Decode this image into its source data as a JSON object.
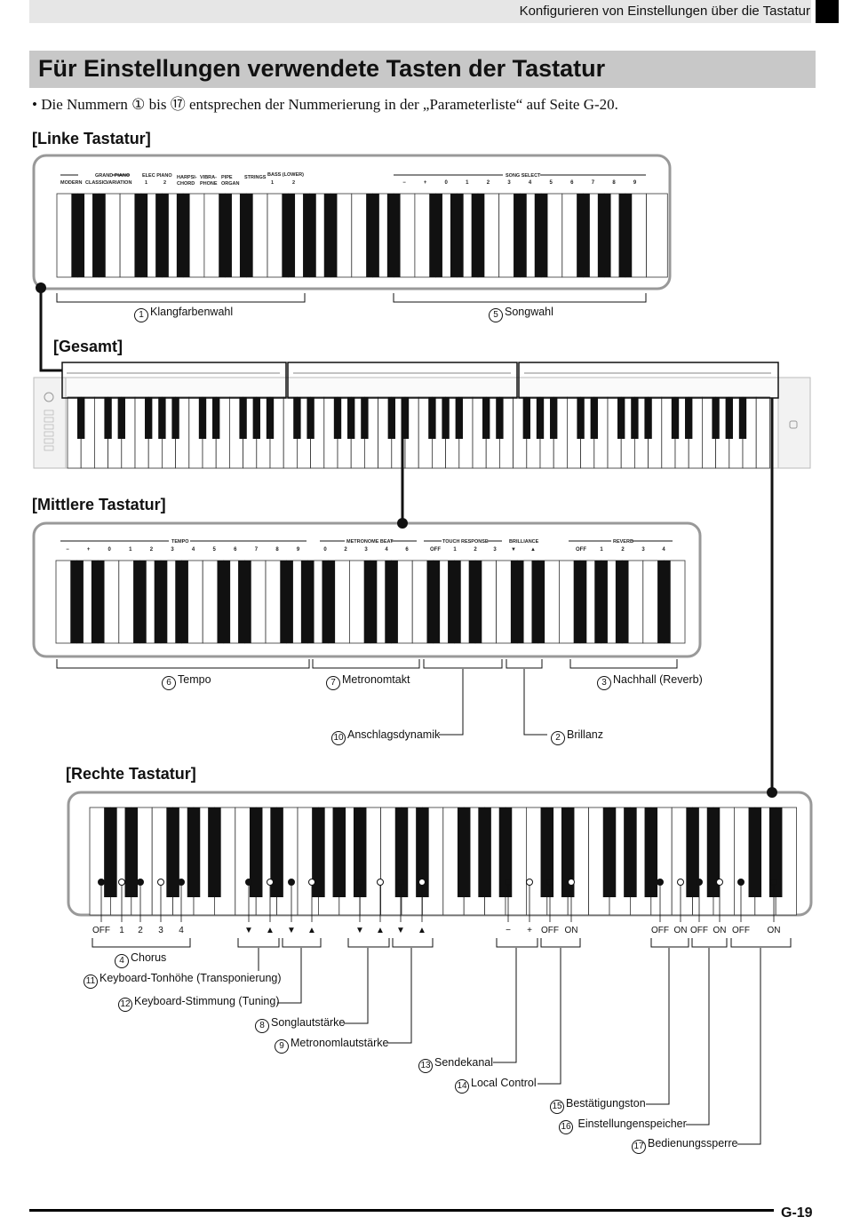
{
  "header": {
    "chapter": "Konfigurieren von Einstellungen über die Tastatur"
  },
  "title": "Für Einstellungen verwendete Tasten der Tastatur",
  "intro": "• Die Nummern ① bis ⑰ entsprechen der Nummerierung in der „Parameterliste“ auf Seite G-20.",
  "sections": {
    "left": "[Linke Tastatur]",
    "overall": "[Gesamt]",
    "middle": "[Mittlere Tastatur]",
    "right": "[Rechte Tastatur]"
  },
  "left_panel": {
    "grand_piano": "GRAND PIANO",
    "modern": "MODERN",
    "classic": "CLASSIC",
    "variation": "VARIATION",
    "elec_piano": "ELEC PIANO",
    "elec_1": "1",
    "elec_2": "2",
    "harpsi": "HARPSI-",
    "chord": "CHORD",
    "vibra": "VIBRA-",
    "phone": "PHONE",
    "pipe": "PIPE",
    "organ": "ORGAN",
    "strings": "STRINGS",
    "bass_lower": "BASS (LOWER)",
    "bass_1": "1",
    "bass_2": "2",
    "song_select": "SONG SELECT",
    "song_keys": [
      "−",
      "+",
      "0",
      "1",
      "2",
      "3",
      "4",
      "5",
      "6",
      "7",
      "8",
      "9"
    ]
  },
  "middle_panel": {
    "tempo": "TEMPO",
    "tempo_keys": [
      "−",
      "+",
      "0",
      "1",
      "2",
      "3",
      "4",
      "5",
      "6",
      "7",
      "8",
      "9"
    ],
    "metronome_beat": "METRONOME BEAT",
    "beat_keys": [
      "0",
      "2",
      "3",
      "4",
      "6"
    ],
    "touch_response": "TOUCH RESPONSE",
    "touch_keys": [
      "OFF",
      "1",
      "2",
      "3"
    ],
    "brilliance": "BRILLIANCE",
    "brill_keys": [
      "▼",
      "▲"
    ],
    "reverb": "REVERB",
    "reverb_keys": [
      "OFF",
      "1",
      "2",
      "3",
      "4"
    ]
  },
  "right_keys": [
    "OFF",
    "1",
    "2",
    "3",
    "4",
    "▼",
    "▲",
    "▼",
    "▲",
    "▼",
    "▲",
    "▼",
    "▲",
    "−",
    "+",
    "OFF",
    "ON",
    "OFF",
    "ON",
    "OFF",
    "ON",
    "OFF",
    "ON"
  ],
  "labels": {
    "l1": {
      "n": "1",
      "t": "Klangfarbenwahl"
    },
    "l5": {
      "n": "5",
      "t": "Songwahl"
    },
    "l6": {
      "n": "6",
      "t": "Tempo"
    },
    "l7": {
      "n": "7",
      "t": "Metronomtakt"
    },
    "l3": {
      "n": "3",
      "t": "Nachhall (Reverb)"
    },
    "l10": {
      "n": "10",
      "t": "Anschlagsdynamik"
    },
    "l2": {
      "n": "2",
      "t": "Brillanz"
    },
    "l4": {
      "n": "4",
      "t": "Chorus"
    },
    "l11": {
      "n": "11",
      "t": "Keyboard-Tonhöhe (Transponierung)"
    },
    "l12": {
      "n": "12",
      "t": "Keyboard-Stimmung (Tuning)"
    },
    "l8": {
      "n": "8",
      "t": "Songlautstärke"
    },
    "l9": {
      "n": "9",
      "t": "Metronomlautstärke"
    },
    "l13": {
      "n": "13",
      "t": "Sendekanal"
    },
    "l14": {
      "n": "14",
      "t": "Local Control"
    },
    "l15": {
      "n": "15",
      "t": "Bestätigungston"
    },
    "l16": {
      "n": "16",
      "t": "Einstellungenspeicher"
    },
    "l17": {
      "n": "17",
      "t": "Bedienungssperre"
    }
  },
  "footer": {
    "page": "G-19"
  }
}
